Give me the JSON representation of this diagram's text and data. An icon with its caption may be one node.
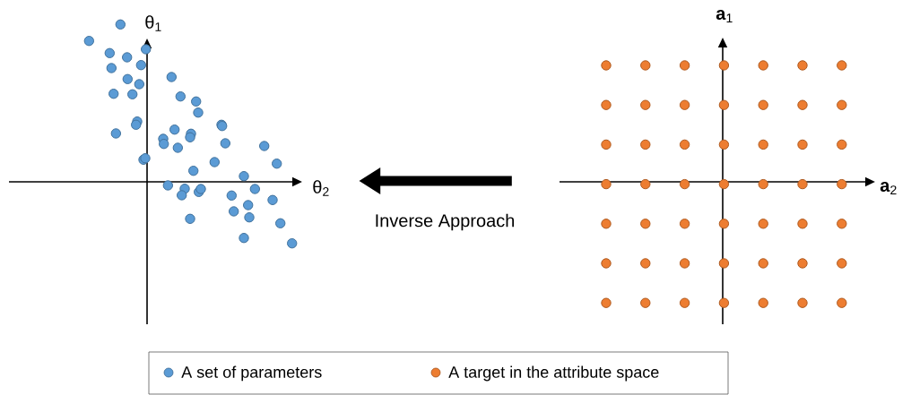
{
  "diagram": {
    "nodes": [
      {
        "text": [],
        "shape": "plot",
        "beside": [
          "θ$_{2}$"
        ]
      },
      {
        "text": [],
        "shape": "plot",
        "beside": [
          "**a**$_{2}$"
        ]
      }
    ],
    "edges": [
      {
        "from": 1,
        "to": 0,
        "arrow": "to",
        "label": "Inverse Approach"
      }
    ],
    "labels": [
      "θ$_{1}$",
      "**a**$_{1}$"
    ],
    "legend": [
      {
        "text": "A set of parameters",
        "color": "#5b9bd5"
      },
      {
        "text": "A target in the attribute space",
        "color": "#ed7d31"
      }
    ]
  }
}
